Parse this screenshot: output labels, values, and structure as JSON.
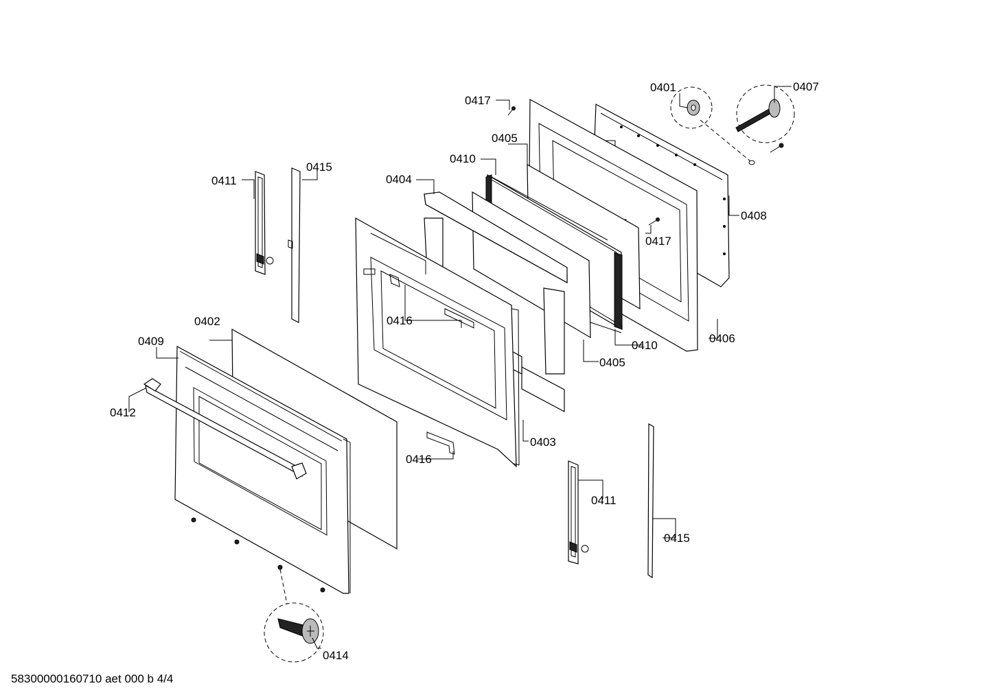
{
  "labels": {
    "p0401": "0401",
    "p0402": "0402",
    "p0403": "0403",
    "p0404": "0404",
    "p0405_top": "0405",
    "p0405_bottom": "0405",
    "p0406": "0406",
    "p0407": "0407",
    "p0408": "0408",
    "p0409": "0409",
    "p0410_top": "0410",
    "p0410_bottom": "0410",
    "p0411_left": "0411",
    "p0411_right": "0411",
    "p0412": "0412",
    "p0414": "0414",
    "p0415_left": "0415",
    "p0415_right": "0415",
    "p0416_upper": "0416",
    "p0416_lower": "0416",
    "p0417_top": "0417",
    "p0417_right": "0417"
  },
  "footer": {
    "document_code": "58300000160710 aet 000 b 4/4"
  }
}
